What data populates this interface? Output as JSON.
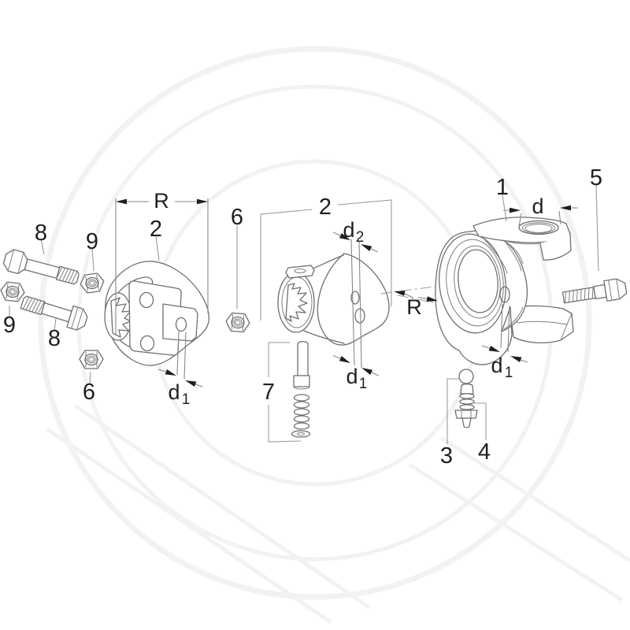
{
  "figure": {
    "type": "technical-exploded-diagram",
    "background": "#ffffff",
    "colors": {
      "outline": "#6f6f6f",
      "dimension": "#878787",
      "leader": "#9a9a9a",
      "text": "#1f1f1f",
      "arrow": "#1f1f1f",
      "watermark": "#f2f2f2"
    }
  },
  "callouts": {
    "yoke": "1",
    "flange_yoke_left": "2",
    "splined_hub": "2",
    "ball": "3",
    "grease_fitting": "4",
    "clamp_bolt": "5",
    "nut_left": "6",
    "nut_middle": "6",
    "spring_pin_set": "7",
    "bolt_upper": "8",
    "bolt_lower": "8",
    "nut_upper": "9",
    "nut_far_left": "9"
  },
  "dimensions": {
    "radius_left": "R",
    "radius_right": "R",
    "bore": "d",
    "d1_base": "d",
    "d1_sub": "1",
    "d2_base": "d",
    "d2_sub": "2"
  }
}
